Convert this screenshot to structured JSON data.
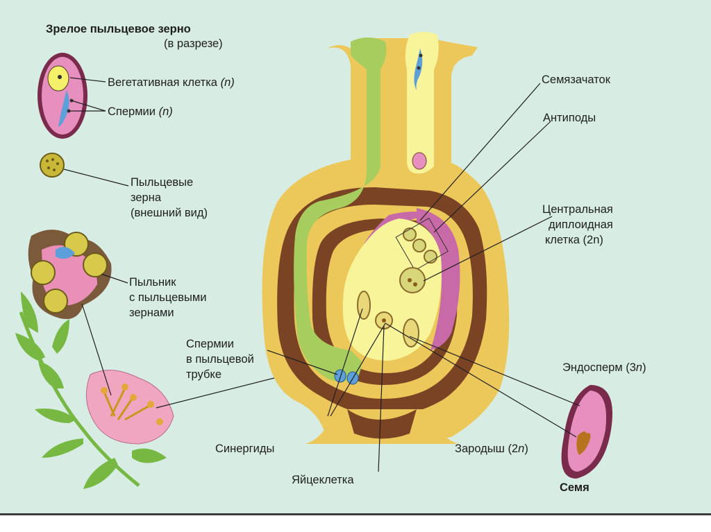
{
  "labels": {
    "pollen_title": "Зрелое пыльцевое зерно",
    "pollen_subtitle": "(в разрезе)",
    "vegetative_cell": "Вегетативная клетка",
    "vegetative_cell_ploidy": "(n)",
    "sperms": "Спермии",
    "sperms_ploidy": "(n)",
    "pollen_grains_line1": "Пыльцевые",
    "pollen_grains_line2": "зерна",
    "pollen_grains_line3": "(внешний вид)",
    "anther_line1": "Пыльник",
    "anther_line2": "с пыльцевыми",
    "anther_line3": "зернами",
    "sperms_tube_line1": "Спермии",
    "sperms_tube_line2": "в пыльцевой",
    "sperms_tube_line3": "трубке",
    "ovule": "Семязачаток",
    "antipodes": "Антиподы",
    "central_cell_line1": "Центральная",
    "central_cell_line2": "диплоидная",
    "central_cell_line3": "клетка (2n)",
    "endosperm": "Эндосперм (3",
    "endosperm_n": "n",
    "endosperm_close": ")",
    "synergids": "Синергиды",
    "embryo": "Зародыш (2",
    "embryo_n": "n",
    "embryo_close": ")",
    "egg_cell": "Яйцеклетка",
    "seed": "Семя"
  },
  "colors": {
    "background": "#d7ece2",
    "ovary_outer": "#ecc85a",
    "integument": "#7a4424",
    "pollen_tube": "#a6cd5e",
    "embryo_sac": "#f7f49a",
    "nucellus_pink": "#c96aa8",
    "sperm_blue": "#5d9fd8",
    "leaf_green": "#77b843",
    "petal_pink": "#f0a6c0"
  }
}
